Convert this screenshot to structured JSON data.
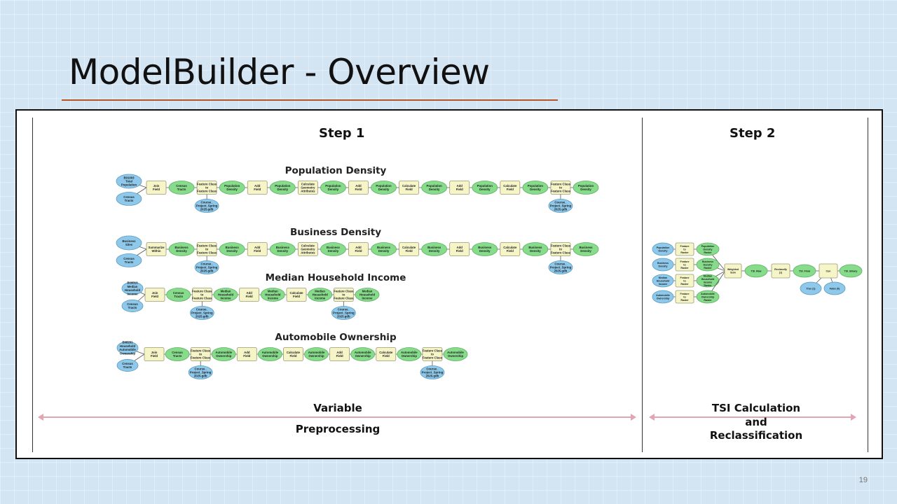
{
  "slide": {
    "title": "ModelBuilder - Overview",
    "page_number": "19"
  },
  "step1": {
    "header": "Step 1",
    "label_variable": "Variable",
    "label_preprocessing": "Preprocessing"
  },
  "step2": {
    "header": "Step 2",
    "label_tsi": "TSI Calculation",
    "label_and": "and",
    "label_reclass": "Reclassification"
  },
  "colors": {
    "input": "#8ec8ea",
    "tool": "#f6f5c8",
    "output": "#86dc8a",
    "arrow": "#e4a5b3"
  },
  "models": [
    {
      "name": "Population Density",
      "inputs": [
        [
          "B01003",
          "Total",
          "Population"
        ],
        [
          "Census",
          "Tracts"
        ]
      ],
      "chain": [
        {
          "t": "tool",
          "l": [
            "Join",
            "Field"
          ]
        },
        {
          "t": "out",
          "l": [
            "Census",
            "Tracts"
          ]
        },
        {
          "t": "tool",
          "l": [
            "Feature Class",
            "to",
            "Feature Class"
          ]
        },
        {
          "t": "out",
          "l": [
            "Population",
            "Density"
          ]
        },
        {
          "t": "tool",
          "l": [
            "Add",
            "Field"
          ]
        },
        {
          "t": "out",
          "l": [
            "Population",
            "Density"
          ]
        },
        {
          "t": "tool",
          "l": [
            "Calculate",
            "Geometry",
            "Attributes"
          ]
        },
        {
          "t": "out",
          "l": [
            "Population",
            "Density"
          ]
        },
        {
          "t": "tool",
          "l": [
            "Add",
            "Field"
          ]
        },
        {
          "t": "out",
          "l": [
            "Population",
            "Density"
          ]
        },
        {
          "t": "tool",
          "l": [
            "Calculate",
            "Field"
          ]
        },
        {
          "t": "out",
          "l": [
            "Population",
            "Density"
          ]
        },
        {
          "t": "tool",
          "l": [
            "Add",
            "Field"
          ]
        },
        {
          "t": "out",
          "l": [
            "Population",
            "Density"
          ]
        },
        {
          "t": "tool",
          "l": [
            "Calculate",
            "Field"
          ]
        },
        {
          "t": "out",
          "l": [
            "Population",
            "Density"
          ]
        },
        {
          "t": "tool",
          "l": [
            "Feature Class",
            "to",
            "Feature Class"
          ]
        },
        {
          "t": "out",
          "l": [
            "Population",
            "Density"
          ]
        }
      ],
      "gdb": [
        "Course_",
        "Project_Spring",
        "2025.gdb"
      ]
    },
    {
      "name": "Business Density",
      "inputs": [
        [
          "Business",
          "Sites"
        ],
        [
          "Census",
          "Tracts"
        ]
      ],
      "chain": [
        {
          "t": "tool",
          "l": [
            "Summarize",
            "Within"
          ]
        },
        {
          "t": "out",
          "l": [
            "Business",
            "Density"
          ]
        },
        {
          "t": "tool",
          "l": [
            "Feature Class",
            "to",
            "Feature Class"
          ]
        },
        {
          "t": "out",
          "l": [
            "Business",
            "Density"
          ]
        },
        {
          "t": "tool",
          "l": [
            "Add",
            "Field"
          ]
        },
        {
          "t": "out",
          "l": [
            "Business",
            "Density"
          ]
        },
        {
          "t": "tool",
          "l": [
            "Calculate",
            "Geometry",
            "Attributes"
          ]
        },
        {
          "t": "out",
          "l": [
            "Business",
            "Density"
          ]
        },
        {
          "t": "tool",
          "l": [
            "Add",
            "Field"
          ]
        },
        {
          "t": "out",
          "l": [
            "Business",
            "Density"
          ]
        },
        {
          "t": "tool",
          "l": [
            "Calculate",
            "Field"
          ]
        },
        {
          "t": "out",
          "l": [
            "Business",
            "Density"
          ]
        },
        {
          "t": "tool",
          "l": [
            "Add",
            "Field"
          ]
        },
        {
          "t": "out",
          "l": [
            "Business",
            "Density"
          ]
        },
        {
          "t": "tool",
          "l": [
            "Calculate",
            "Field"
          ]
        },
        {
          "t": "out",
          "l": [
            "Business",
            "Density"
          ]
        },
        {
          "t": "tool",
          "l": [
            "Feature Class",
            "to",
            "Feature Class"
          ]
        },
        {
          "t": "out",
          "l": [
            "Business",
            "Density"
          ]
        }
      ],
      "gdb": [
        "Course_",
        "Project_Spring",
        "2025.gdb"
      ]
    },
    {
      "name": "Median Household Income",
      "inputs": [
        [
          "B19013",
          "Median",
          "Household",
          "Income"
        ],
        [
          "Census",
          "Tracts"
        ]
      ],
      "chain": [
        {
          "t": "tool",
          "l": [
            "Join",
            "Field"
          ]
        },
        {
          "t": "out",
          "l": [
            "Census",
            "Tracts"
          ]
        },
        {
          "t": "tool",
          "l": [
            "Feature Class",
            "to",
            "Feature Class"
          ]
        },
        {
          "t": "out",
          "l": [
            "Median",
            "Household",
            "Income"
          ]
        },
        {
          "t": "tool",
          "l": [
            "Add",
            "Field"
          ]
        },
        {
          "t": "out",
          "l": [
            "Median",
            "Household",
            "Income"
          ]
        },
        {
          "t": "tool",
          "l": [
            "Calculate",
            "Field"
          ]
        },
        {
          "t": "out",
          "l": [
            "Median",
            "Household",
            "Income"
          ]
        },
        {
          "t": "tool",
          "l": [
            "Feature Class",
            "to",
            "Feature Class"
          ]
        },
        {
          "t": "out",
          "l": [
            "Median",
            "Household",
            "Income"
          ]
        }
      ],
      "gdb": [
        "Course_",
        "Project_Spring",
        "2025.gdb"
      ]
    },
    {
      "name": "Automobile Ownership",
      "inputs": [
        [
          "B08201",
          "Household",
          "Automobile",
          "Ownership"
        ],
        [
          "Census",
          "Tracts"
        ]
      ],
      "chain": [
        {
          "t": "tool",
          "l": [
            "Join",
            "Field"
          ]
        },
        {
          "t": "out",
          "l": [
            "Census",
            "Tracts"
          ]
        },
        {
          "t": "tool",
          "l": [
            "Feature Class",
            "to",
            "Feature Class"
          ]
        },
        {
          "t": "out",
          "l": [
            "Automobile",
            "Ownership"
          ]
        },
        {
          "t": "tool",
          "l": [
            "Add",
            "Field"
          ]
        },
        {
          "t": "out",
          "l": [
            "Automobile",
            "Ownership"
          ]
        },
        {
          "t": "tool",
          "l": [
            "Calculate",
            "Field"
          ]
        },
        {
          "t": "out",
          "l": [
            "Automobile",
            "Ownership"
          ]
        },
        {
          "t": "tool",
          "l": [
            "Add",
            "Field"
          ]
        },
        {
          "t": "out",
          "l": [
            "Automobile",
            "Ownership"
          ]
        },
        {
          "t": "tool",
          "l": [
            "Calculate",
            "Field"
          ]
        },
        {
          "t": "out",
          "l": [
            "Automobile",
            "Ownership"
          ]
        },
        {
          "t": "tool",
          "l": [
            "Feature Class",
            "to",
            "Feature Class"
          ]
        },
        {
          "t": "out",
          "l": [
            "Automobile",
            "Ownership"
          ]
        }
      ],
      "gdb": [
        "Course_",
        "Project_Spring",
        "2025.gdb"
      ]
    }
  ],
  "tsi_model": {
    "rows": [
      {
        "input": [
          "Population",
          "Density"
        ],
        "tool": [
          "Feature",
          "to",
          "Raster"
        ],
        "output": [
          "Population",
          "Density",
          "Raster"
        ]
      },
      {
        "input": [
          "Business",
          "Density"
        ],
        "tool": [
          "Feature",
          "to",
          "Raster"
        ],
        "output": [
          "Business",
          "Density",
          "Raster"
        ]
      },
      {
        "input": [
          "Median",
          "Household",
          "Income"
        ],
        "tool": [
          "Feature",
          "to",
          "Raster"
        ],
        "output": [
          "Median",
          "Household",
          "Income",
          "Raster"
        ]
      },
      {
        "input": [
          "Automobile",
          "Ownership"
        ],
        "tool": [
          "Feature",
          "to",
          "Raster"
        ],
        "output": [
          "Automobile",
          "Ownership",
          "Raster"
        ]
      }
    ],
    "weighted_sum": [
      "Weighted",
      "Sum"
    ],
    "tsi_raw": [
      "TSI_Raw"
    ],
    "reclassify": [
      "Reclassify",
      "(1)"
    ],
    "tsi_final": [
      "TSI_Final"
    ],
    "con": [
      "Con"
    ],
    "tsi_binary": [
      "TSI_Binary"
    ],
    "true_val": [
      "True (1)"
    ],
    "false_val": [
      "False (0)"
    ]
  }
}
